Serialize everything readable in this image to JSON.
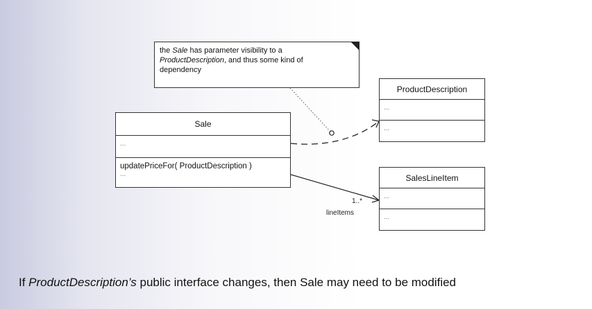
{
  "note": {
    "line1_pre": "the ",
    "line1_em": "Sale",
    "line1_post": " has parameter visibility to a",
    "line2_em": "ProductDescription",
    "line2_post": ", and thus some kind of",
    "line3": "dependency"
  },
  "classes": {
    "sale": {
      "name": "Sale",
      "attrs": "...",
      "ops_line1": "updatePriceFor( ProductDescription )",
      "ops_line2": "..."
    },
    "product_description": {
      "name": "ProductDescription",
      "sec1": "...",
      "sec2": "..."
    },
    "sales_line_item": {
      "name": "SalesLineItem",
      "sec1": "...",
      "sec2": "..."
    }
  },
  "association": {
    "multiplicity": "1..*",
    "role": "lineItems"
  },
  "caption": {
    "em": "ProductDescription’s",
    "rest": " public interface changes, then Sale may need to be modified",
    "prefix": "If "
  }
}
